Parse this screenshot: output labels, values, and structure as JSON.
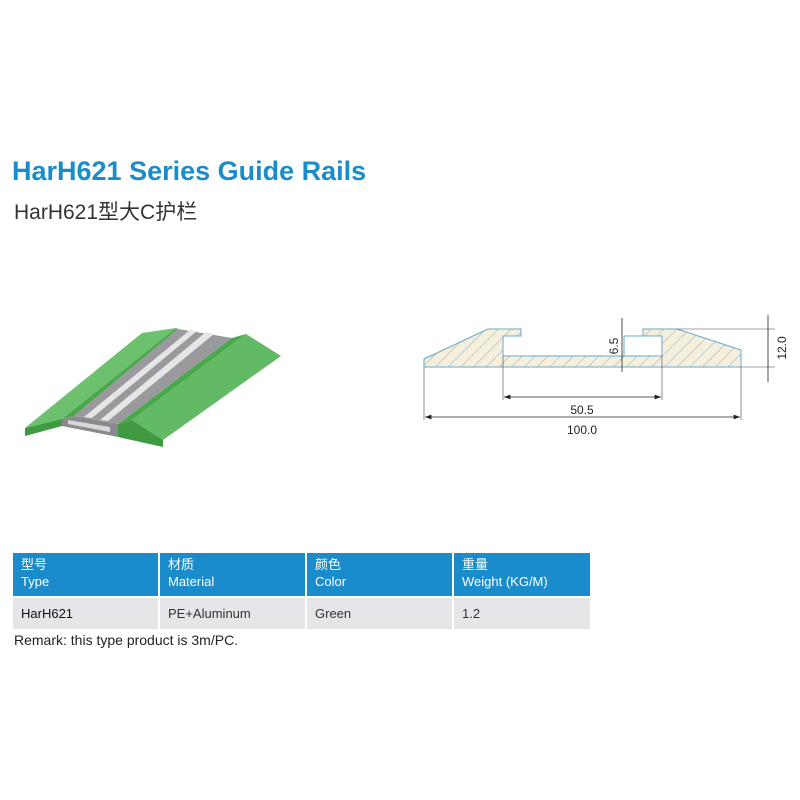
{
  "title": "HarH621 Series Guide Rails",
  "subtitle": "HarH621型大C护栏",
  "drawing": {
    "dim_height": "12.0",
    "dim_slot": "6.5",
    "dim_inner_width": "50.5",
    "dim_total_width": "100.0",
    "colors": {
      "green": "#4cae4f",
      "hatch_fill": "#f5efdc",
      "line": "#6aa9c8"
    }
  },
  "table": {
    "headers": [
      {
        "cn": "型号",
        "en": "Type"
      },
      {
        "cn": "材质",
        "en": "Material"
      },
      {
        "cn": "颜色",
        "en": "Color"
      },
      {
        "cn": "重量",
        "en": "Weight (KG/M)"
      }
    ],
    "rows": [
      [
        "HarH621",
        "PE+Aluminum",
        "Green",
        "1.2"
      ]
    ]
  },
  "remark": "Remark: this type product is 3m/PC."
}
